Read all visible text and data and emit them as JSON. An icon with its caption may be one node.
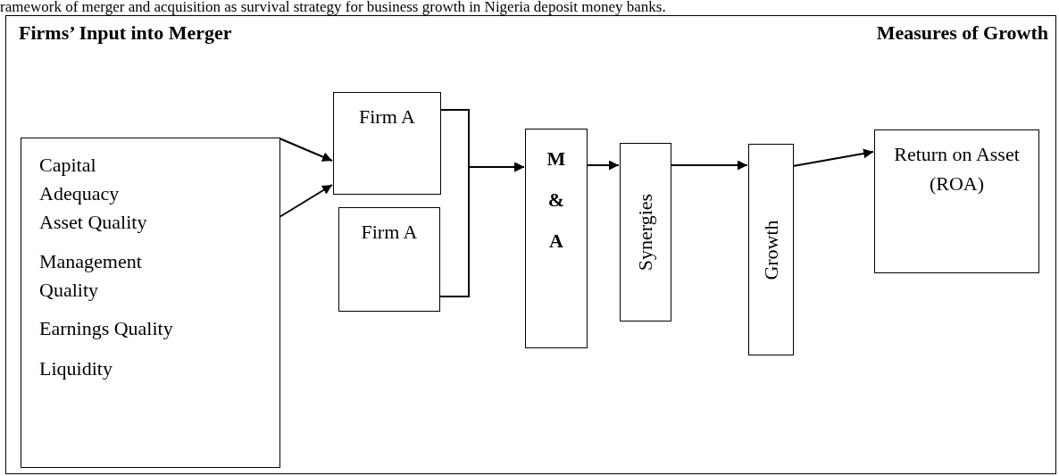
{
  "diagram": {
    "title": "ramework of merger and acquisition as survival strategy for business growth in Nigeria deposit money banks.",
    "nodes": [
      {
        "text": [
          "Firms’ Input into Merger",
          "Measures of Growth"
        ]
      },
      {
        "text": [
          "Capital Adequacy",
          "Asset Quality",
          "Management Quality",
          "Earnings Quality",
          "Liquidity"
        ],
        "in": 0
      },
      {
        "text": [
          "Firm A"
        ],
        "in": 0
      },
      {
        "text": [
          "Firm A"
        ],
        "in": 0
      },
      {
        "text": [
          "M & A"
        ],
        "in": 0
      },
      {
        "text": [
          "Synergies"
        ],
        "in": 0
      },
      {
        "text": [
          "Growth"
        ],
        "in": 0
      },
      {
        "text": [
          "Return on Asset (ROA)"
        ],
        "in": 0
      }
    ],
    "edges": [
      {
        "from": 1,
        "to": 2,
        "arrow": "to"
      },
      {
        "from": 1,
        "to": 2,
        "arrow": "to"
      },
      {
        "from": 2,
        "to": 4,
        "arrow": "to"
      },
      {
        "from": 3,
        "to": 4,
        "arrow": "to"
      },
      {
        "from": 4,
        "to": 5,
        "arrow": "to"
      },
      {
        "from": 5,
        "to": 6,
        "arrow": "to"
      },
      {
        "from": 6,
        "to": 7,
        "arrow": "to"
      }
    ]
  }
}
